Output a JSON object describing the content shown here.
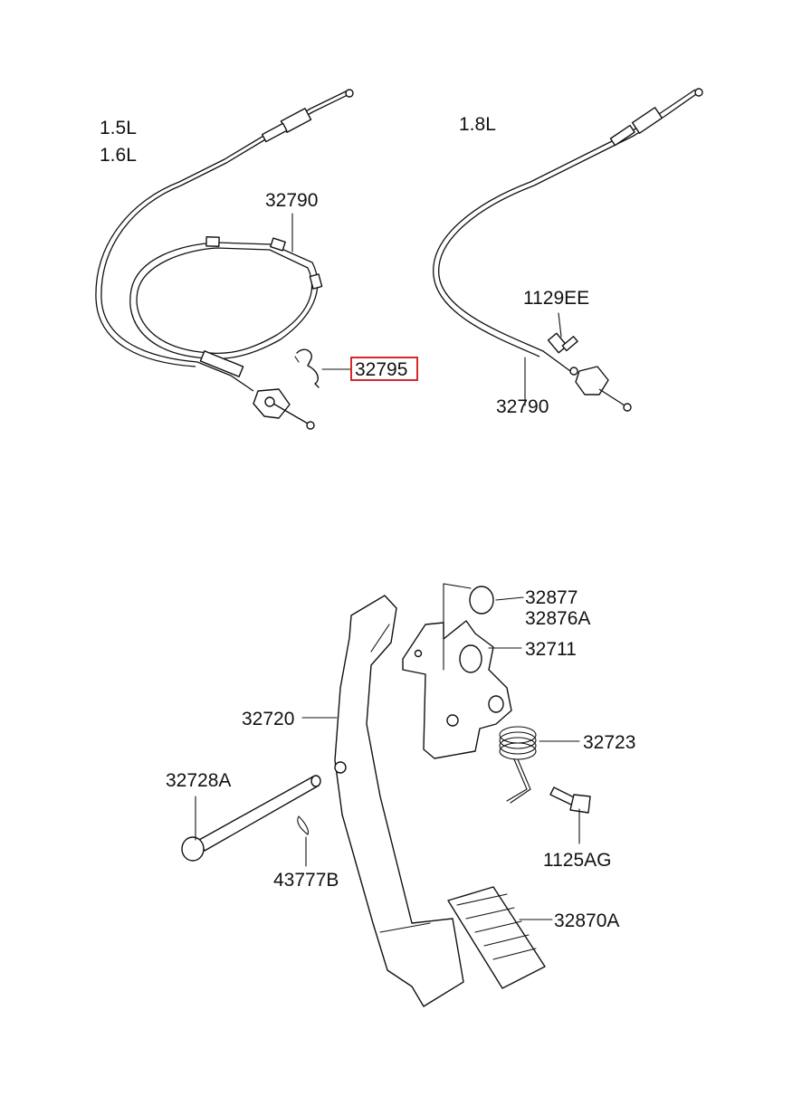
{
  "engine_labels": {
    "left_top": "1.5L",
    "left_bottom": "1.6L",
    "right": "1.8L"
  },
  "parts": {
    "cable_left": "32790",
    "clip_highlighted": "32795",
    "bolt_1129": "1129EE",
    "cable_right": "32790",
    "cap": "32877",
    "cap_alt": "32876A",
    "bracket": "32711",
    "pedal_arm": "32720",
    "spring": "32723",
    "pin": "32728A",
    "bolt_1125": "1125AG",
    "cotter_pin": "43777B",
    "pedal_pad": "32870A"
  },
  "colors": {
    "highlight": "#d9262b",
    "line": "#111111"
  }
}
